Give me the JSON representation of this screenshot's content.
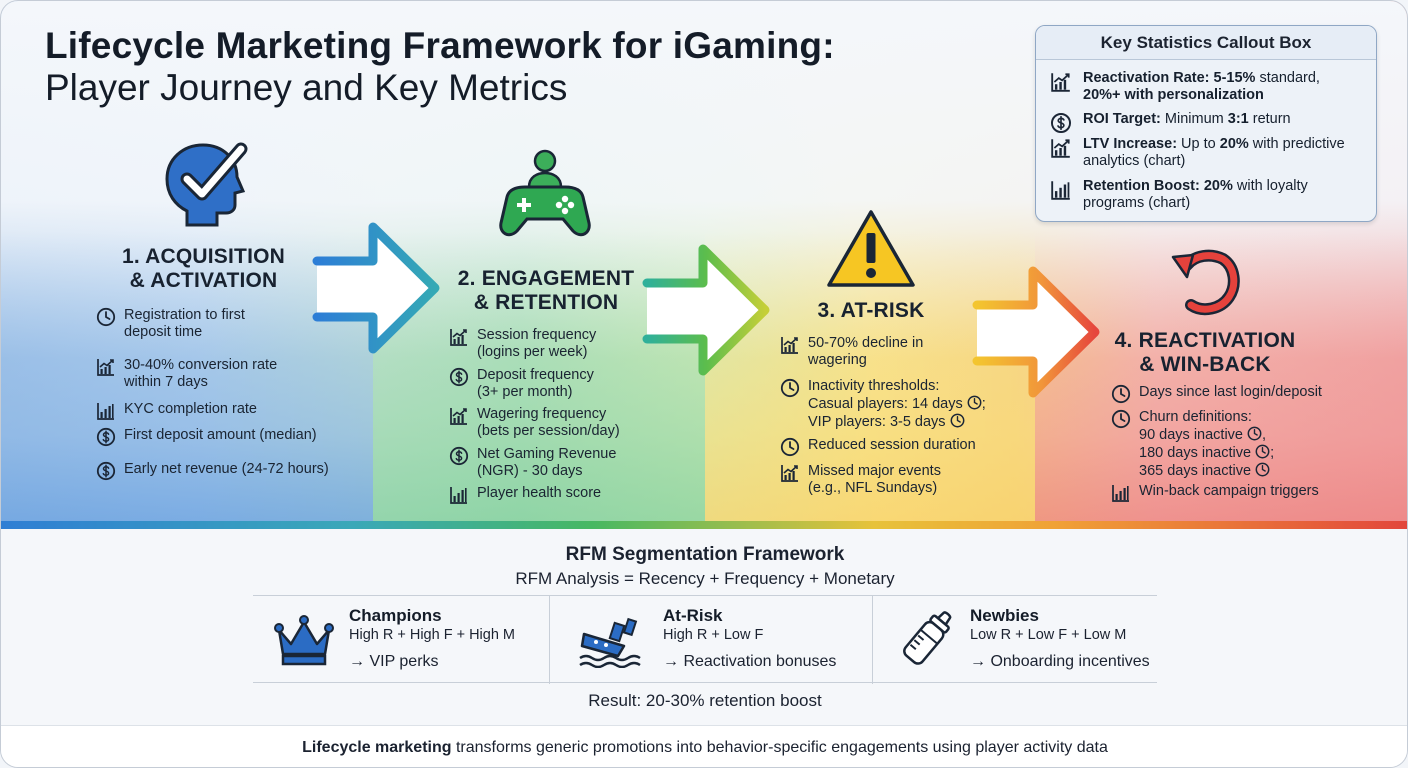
{
  "title": {
    "line1": "Lifecycle Marketing Framework for iGaming:",
    "line2": "Player Journey and Key Metrics"
  },
  "callout": {
    "heading": "Key Statistics Callout Box",
    "stats": [
      {
        "icon": "growth-chart-icon",
        "bold": "Reactivation Rate: 5-15%",
        "rest": " standard,",
        "line2_bold": "20%+ with personalization",
        "line2_rest": ""
      },
      {
        "icon": "dollar-coin-icon",
        "bold": "ROI Target:",
        "rest": " Minimum ",
        "bold2": "3:1",
        "rest2": " return"
      },
      {
        "icon": "growth-chart-icon",
        "bold": "LTV Increase:",
        "rest": " Up to ",
        "bold2": "20%",
        "rest2": " with predictive",
        "line2": "analytics (chart)"
      },
      {
        "icon": "bar-chart-icon",
        "bold": "Retention Boost: 20%",
        "rest": " with loyalty",
        "line2": "programs (chart)"
      }
    ]
  },
  "stages": [
    {
      "title_line1": "1. ACQUISITION",
      "title_line2": "& ACTIVATION",
      "icon": "head-checkmark-icon",
      "metrics": [
        {
          "icon": "clock-icon",
          "line1": "Registration to first",
          "line2": "deposit time"
        },
        {
          "icon": "growth-chart-icon",
          "line1": "30-40% conversion rate",
          "line2": "within 7 days"
        },
        {
          "icon": "bar-chart-icon",
          "line1": "KYC completion rate",
          "line2": ""
        },
        {
          "icon": "dollar-coin-icon",
          "line1": "First deposit amount (median)",
          "line2": ""
        },
        {
          "icon": "dollar-coin-icon",
          "line1": "Early net revenue (24-72 hours)",
          "line2": ""
        }
      ]
    },
    {
      "title_line1": "2. ENGAGEMENT",
      "title_line2": "& RETENTION",
      "icon": "gamepad-player-icon",
      "metrics": [
        {
          "icon": "growth-chart-icon",
          "line1": "Session frequency",
          "line2": "(logins per week)"
        },
        {
          "icon": "dollar-coin-icon",
          "line1": "Deposit frequency",
          "line2": "(3+ per month)"
        },
        {
          "icon": "growth-chart-icon",
          "line1": "Wagering frequency",
          "line2": "(bets per session/day)"
        },
        {
          "icon": "dollar-coin-icon",
          "line1": "Net Gaming Revenue",
          "line2": "(NGR) - 30 days"
        },
        {
          "icon": "bar-chart-icon",
          "line1": "Player health score",
          "line2": ""
        }
      ]
    },
    {
      "title_line1": "3. AT-RISK",
      "title_line2": "",
      "icon": "warning-triangle-icon",
      "metrics": [
        {
          "icon": "growth-chart-icon",
          "line1": "50-70% decline in",
          "line2": "wagering"
        },
        {
          "icon": "clock-icon",
          "line1": "Inactivity thresholds:",
          "line2": "Casual players: 14 days",
          "line3": "VIP players: 3-5 days"
        },
        {
          "icon": "clock-icon",
          "line1": "Reduced session duration",
          "line2": ""
        },
        {
          "icon": "growth-chart-icon",
          "line1": "Missed major events",
          "line2": "(e.g., NFL Sundays)"
        }
      ]
    },
    {
      "title_line1": "4. REACTIVATION",
      "title_line2": "& WIN-BACK",
      "icon": "circular-arrow-icon",
      "metrics": [
        {
          "icon": "clock-icon",
          "line1": "Days since last login/deposit",
          "line2": ""
        },
        {
          "icon": "clock-icon",
          "line1": "Churn definitions:",
          "line2": "90 days inactive",
          "line3": "180 days inactive",
          "line4": "365 days inactive"
        },
        {
          "icon": "bar-chart-icon",
          "line1": "Win-back campaign triggers",
          "line2": ""
        }
      ]
    }
  ],
  "punct": {
    "semicolon": ";",
    "comma": ","
  },
  "rfm": {
    "title": "RFM Segmentation Framework",
    "subtitle": "RFM Analysis = Recency + Frequency + Monetary",
    "segments": [
      {
        "name": "Champions",
        "icon": "crown-icon",
        "definition": "High R + High F + High M",
        "action": "→ VIP perks"
      },
      {
        "name": "At-Risk",
        "icon": "sinking-ship-icon",
        "definition": "High R + Low F",
        "action": "→ Reactivation bonuses"
      },
      {
        "name": "Newbies",
        "icon": "baby-bottle-icon",
        "definition": "Low R + Low F + Low M",
        "action": "→ Onboarding incentives"
      }
    ],
    "result": "Result: 20-30% retention boost"
  },
  "footer": {
    "bold": "Lifecycle marketing",
    "rest": " transforms generic promotions into behavior-specific engagements using player activity data"
  },
  "colors": {
    "stage1": "#2f7ed4",
    "stage2": "#47b862",
    "stage3": "#f2c12e",
    "stage4": "#e2463c",
    "icon_dark": "#1b2636"
  }
}
